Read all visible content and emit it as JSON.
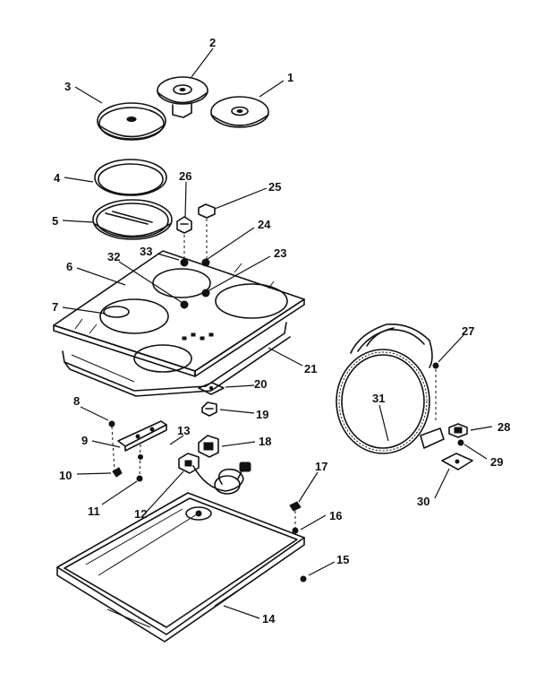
{
  "colors": {
    "ink": "#111111",
    "paper": "#ffffff"
  },
  "labels": {
    "p1": "1",
    "p2": "2",
    "p3": "3",
    "p4": "4",
    "p5": "5",
    "p6": "6",
    "p7": "7",
    "p8": "8",
    "p9": "9",
    "p10": "10",
    "p11": "11",
    "p12": "12",
    "p13": "13",
    "p14": "14",
    "p15": "15",
    "p16": "16",
    "p17": "17",
    "p18": "18",
    "p19": "19",
    "p20": "20",
    "p21": "21",
    "p22": "",
    "p23": "23",
    "p24": "24",
    "p25": "25",
    "p26": "26",
    "p27": "27",
    "p28": "28",
    "p29": "29",
    "p30": "30",
    "p31": "31",
    "p32": "32",
    "p33": "33"
  }
}
